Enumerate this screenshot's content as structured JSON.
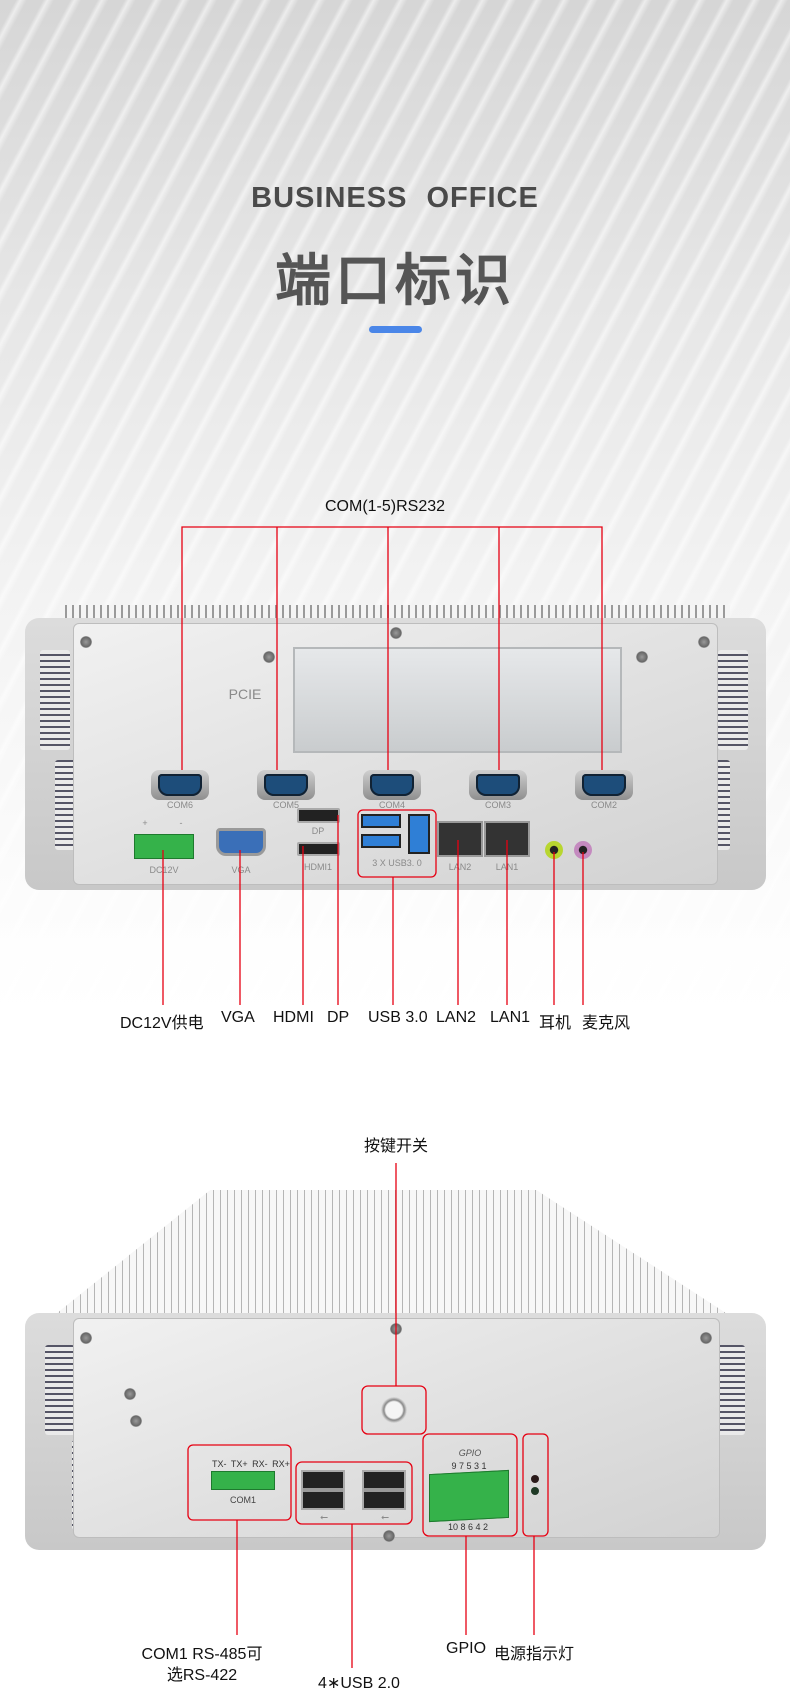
{
  "header": {
    "subtitle": "BUSINESS  OFFICE",
    "title": "端口标识",
    "accent_color": "#4a86e8"
  },
  "panel1": {
    "com_title": "COM(1-5)RS232",
    "pcie_label": "PCIE",
    "com_ports": [
      "COM6",
      "COM5",
      "COM4",
      "COM3",
      "COM2"
    ],
    "silk": {
      "plus": "+",
      "minus": "-",
      "dc": "DC12V",
      "vga": "VGA",
      "dp": "DP",
      "hdmi": "HDMI1",
      "usb3": "3 X USB3. 0",
      "lan2": "LAN2",
      "lan1": "LAN1"
    },
    "callouts": [
      "DC12V供电",
      "VGA",
      "HDMI",
      "DP",
      "USB 3.0",
      "LAN2",
      "LAN1",
      "耳机",
      "麦克风"
    ]
  },
  "panel2": {
    "power_title": "按键开关",
    "com1_pins": [
      "TX-",
      "TX+",
      "RX-",
      "RX+"
    ],
    "com1_label": "COM1",
    "gpio_label": "GPIO",
    "gpio_top": "9 7 5 3 1",
    "gpio_bottom": "10 8 6 4 2",
    "callouts": {
      "com1_line1": "COM1 RS-485可",
      "com1_line2": "选RS-422",
      "usb2": "4∗USB 2.0",
      "gpio": "GPIO",
      "led": "电源指示灯"
    }
  },
  "colors": {
    "callout_red": "#e60012"
  }
}
